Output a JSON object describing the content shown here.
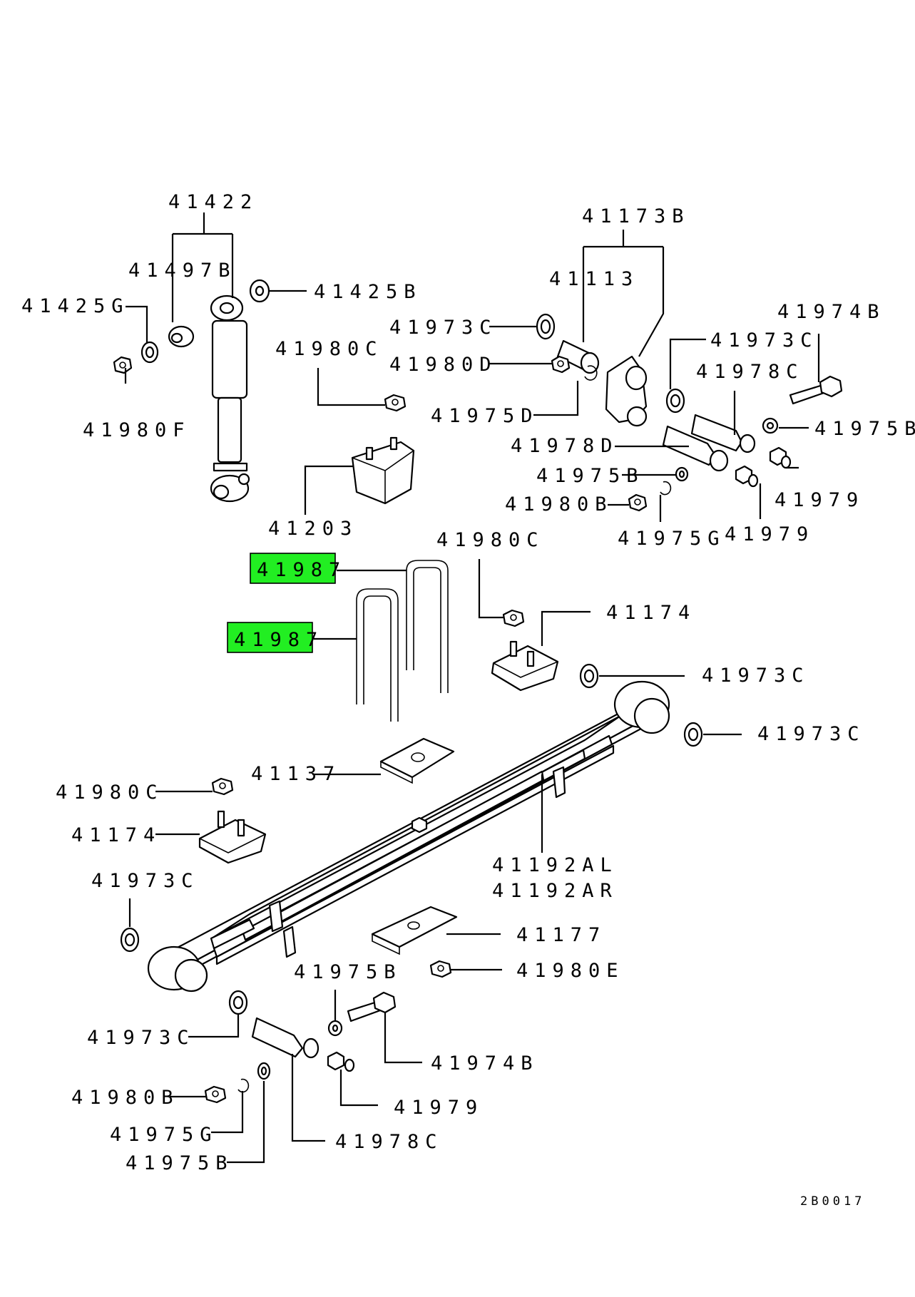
{
  "diagram_code": "2B0017",
  "highlight_color": "#22ee22",
  "labels": {
    "l41422": "41422",
    "l41497B": "41497B",
    "l41425G": "41425G",
    "l41425B": "41425B",
    "l41980F": "41980F",
    "l41980C_a": "41980C",
    "l41203": "41203",
    "l41173B": "41173B",
    "l41113": "41113",
    "l41973C_a": "41973C",
    "l41980D": "41980D",
    "l41975D": "41975D",
    "l41973C_b": "41973C",
    "l41978C_a": "41978C",
    "l41974B_a": "41974B",
    "l41975B_a": "41975B",
    "l41978D": "41978D",
    "l41975B_b": "41975B",
    "l41979_a": "41979",
    "l41980B_a": "41980B",
    "l41975G_a": "41975G",
    "l41979_b": "41979",
    "l41987_a": "41987",
    "l41987_b": "41987",
    "l41980C_b": "41980C",
    "l41174_a": "41174",
    "l41973C_c": "41973C",
    "l41973C_d": "41973C",
    "l41137": "41137",
    "l41980C_c": "41980C",
    "l41174_b": "41174",
    "l41192AL": "41192AL",
    "l41192AR": "41192AR",
    "l41973C_e": "41973C",
    "l41177": "41177",
    "l41975B_c": "41975B",
    "l41980E": "41980E",
    "l41973C_f": "41973C",
    "l41974B_b": "41974B",
    "l41980B_b": "41980B",
    "l41979_c": "41979",
    "l41975G_b": "41975G",
    "l41978C_b": "41978C",
    "l41975B_d": "41975B"
  }
}
